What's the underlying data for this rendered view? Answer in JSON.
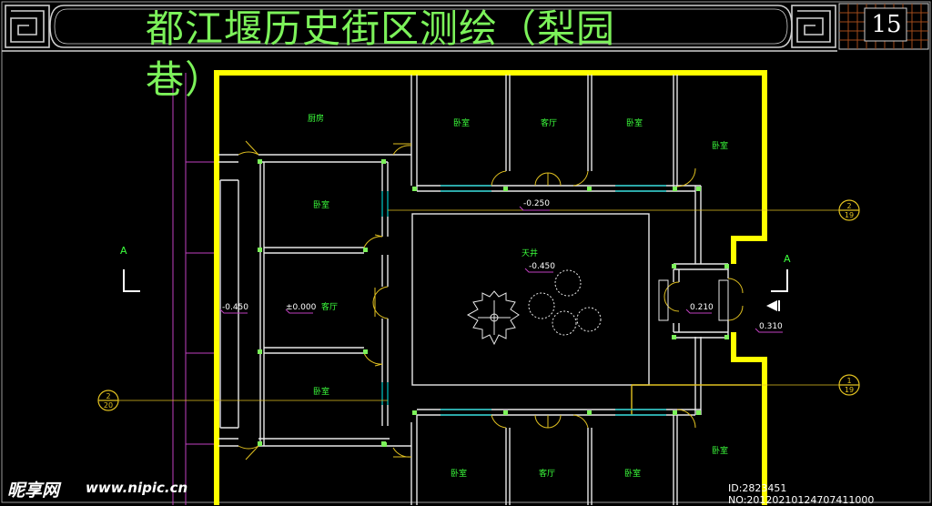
{
  "title": "都江堰历史街区测绘（梨园巷）",
  "sheet_number": "15",
  "rooms": {
    "kitchen": "厨房",
    "bedroom": "卧室",
    "living": "客厅",
    "courtyard": "天井"
  },
  "elevations": {
    "corridor": "-0.250",
    "courtyard": "-0.450",
    "west_passage": "-0.450",
    "main_floor": "±0.000",
    "entry": "0.210",
    "outside": "0.310"
  },
  "section_marker": "A",
  "axis_tags": [
    {
      "top": "2",
      "bottom": "19"
    },
    {
      "top": "1",
      "bottom": "19"
    },
    {
      "top": "2",
      "bottom": "20"
    }
  ],
  "watermark": {
    "logo": "昵享网",
    "url": "www.nipic.cn",
    "id_text": "ID:2823451 NO:20120210124707411000"
  },
  "colors": {
    "background": "#000000",
    "outer_wall": "#ffff00",
    "walls": "#ffffff",
    "title": "#7cf25a",
    "room_label": "#3cff3c",
    "elevation": "#ffffff",
    "axis": "#e0c020",
    "section": "#3cff3c",
    "frame": "#cfcfcf",
    "window": "#00c8c8",
    "column": "#7cf25a",
    "door": "#e0c020",
    "property_line": "#c040c0"
  }
}
